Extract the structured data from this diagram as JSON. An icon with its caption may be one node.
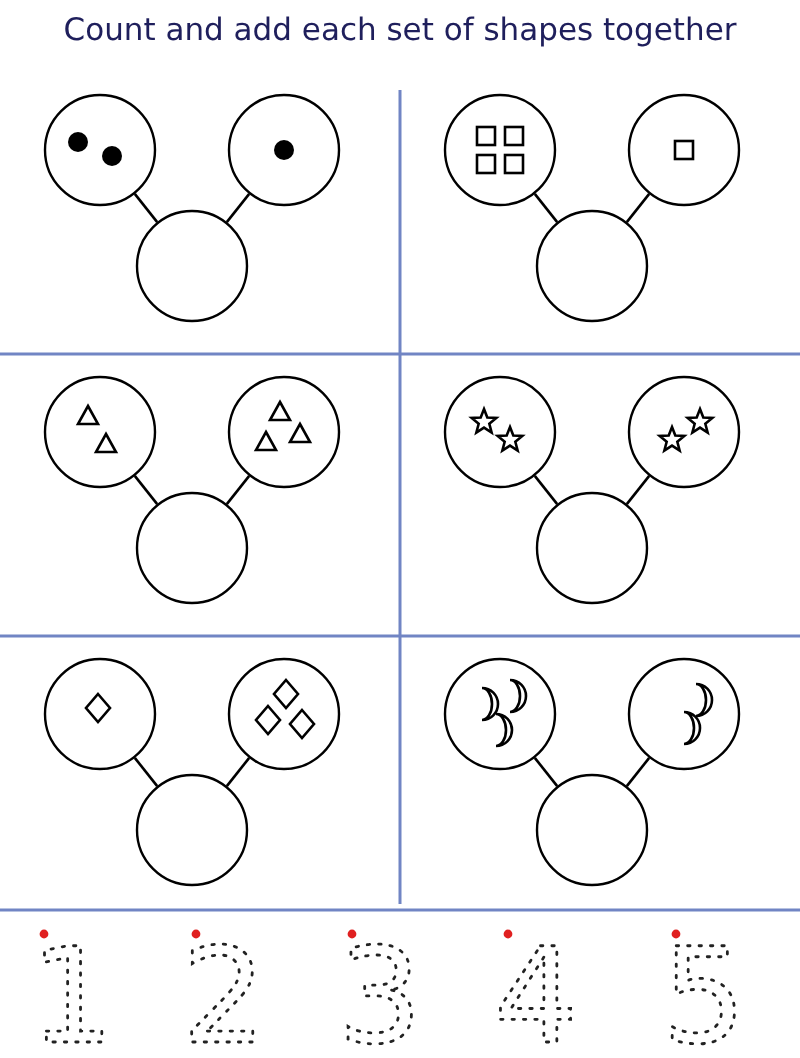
{
  "diagram": {
    "title": "Count and add each set of shapes together",
    "nodes": [
      {
        "text": [],
        "shape": "circle"
      },
      {
        "text": [],
        "shape": "circle"
      },
      {
        "text": [],
        "shape": "circle"
      },
      {
        "text": [],
        "shape": "circle"
      },
      {
        "text": [],
        "shape": "circle"
      },
      {
        "text": [],
        "shape": "circle"
      },
      {
        "text": [],
        "shape": "circle"
      },
      {
        "text": [],
        "shape": "circle"
      },
      {
        "text": [],
        "shape": "circle"
      },
      {
        "text": [],
        "shape": "circle"
      },
      {
        "text": [],
        "shape": "circle"
      },
      {
        "text": [],
        "shape": "circle"
      },
      {
        "text": [],
        "shape": "circle"
      },
      {
        "text": [],
        "shape": "circle"
      },
      {
        "text": [],
        "shape": "circle"
      },
      {
        "text": [],
        "shape": "circle"
      },
      {
        "text": [],
        "shape": "circle"
      },
      {
        "text": [],
        "shape": "circle"
      }
    ],
    "edges": [
      {
        "from": 0,
        "to": 2,
        "arrow": "none"
      },
      {
        "from": 1,
        "to": 2,
        "arrow": "none"
      },
      {
        "from": 3,
        "to": 5,
        "arrow": "none"
      },
      {
        "from": 4,
        "to": 5,
        "arrow": "none"
      },
      {
        "from": 6,
        "to": 8,
        "arrow": "none"
      },
      {
        "from": 7,
        "to": 8,
        "arrow": "none"
      },
      {
        "from": 9,
        "to": 11,
        "arrow": "none"
      },
      {
        "from": 10,
        "to": 11,
        "arrow": "none"
      },
      {
        "from": 12,
        "to": 14,
        "arrow": "none"
      },
      {
        "from": 13,
        "to": 14,
        "arrow": "none"
      },
      {
        "from": 15,
        "to": 17,
        "arrow": "none"
      },
      {
        "from": 16,
        "to": 17,
        "arrow": "none"
      }
    ],
    "labels": [
      "1",
      "2",
      "3",
      "4",
      "5"
    ]
  }
}
